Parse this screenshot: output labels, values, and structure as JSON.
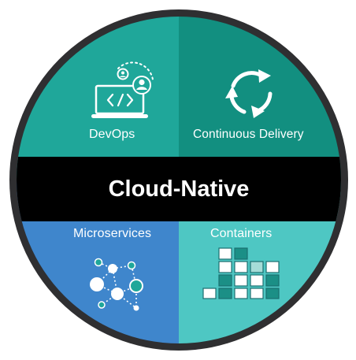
{
  "diagram": {
    "center_label": "Cloud-Native",
    "quadrants": [
      {
        "id": "devops",
        "label": "DevOps",
        "color": "#1fa79a",
        "icon": "laptop-code-user-icon"
      },
      {
        "id": "continuous-delivery",
        "label": "Continuous Delivery",
        "color": "#128f80",
        "icon": "cycle-arrows-icon"
      },
      {
        "id": "microservices",
        "label": "Microservices",
        "color": "#3f86cc",
        "icon": "node-network-icon"
      },
      {
        "id": "containers",
        "label": "Containers",
        "color": "#4ec7c3",
        "icon": "stacked-blocks-icon"
      }
    ],
    "ring_color": "#2f2f31",
    "band_color": "#000000"
  }
}
